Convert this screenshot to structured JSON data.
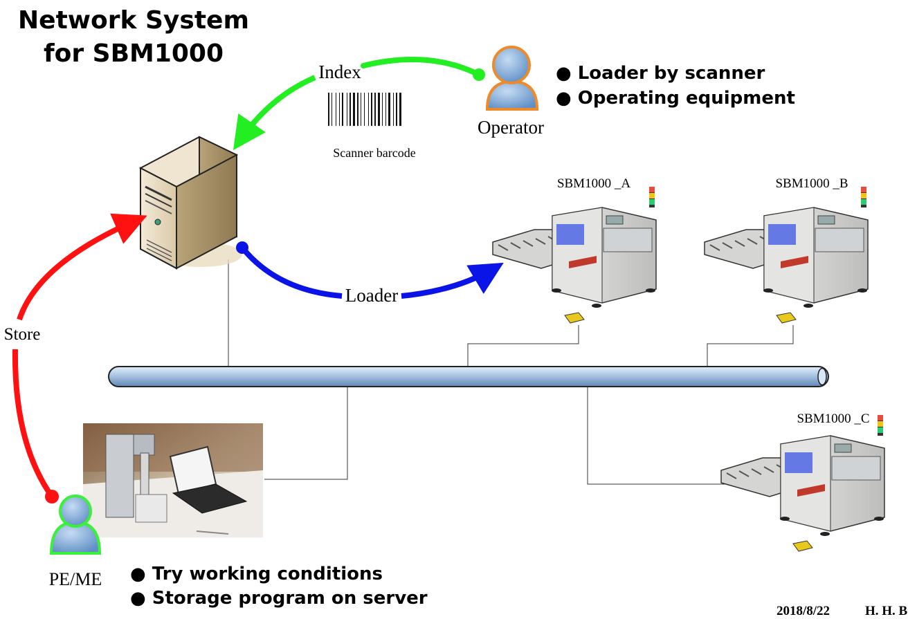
{
  "title": {
    "line1": "Network System",
    "line2": "for SBM1000"
  },
  "operator": {
    "label": "Operator",
    "bullets": [
      "● Loader by scanner",
      "● Operating equipment"
    ]
  },
  "peme": {
    "label": "PE/ME",
    "bullets": [
      "● Try working conditions",
      "● Storage program on server"
    ]
  },
  "flows": {
    "index": "Index",
    "store": "Store",
    "loader": "Loader"
  },
  "scanner": {
    "label": "Scanner barcode"
  },
  "machines": [
    "SBM1000  _A",
    "SBM1000  _B",
    "SBM1000  _C"
  ],
  "footer": {
    "date": "2018/8/22",
    "author": "H. H. B."
  },
  "colors": {
    "index_arrow": "#22ee22",
    "store_arrow": "#ff1111",
    "loader_arrow": "#0a14e6",
    "index_text": "#e01010",
    "store_text": "#3b6fe0",
    "loader_text": "#a0501a"
  }
}
